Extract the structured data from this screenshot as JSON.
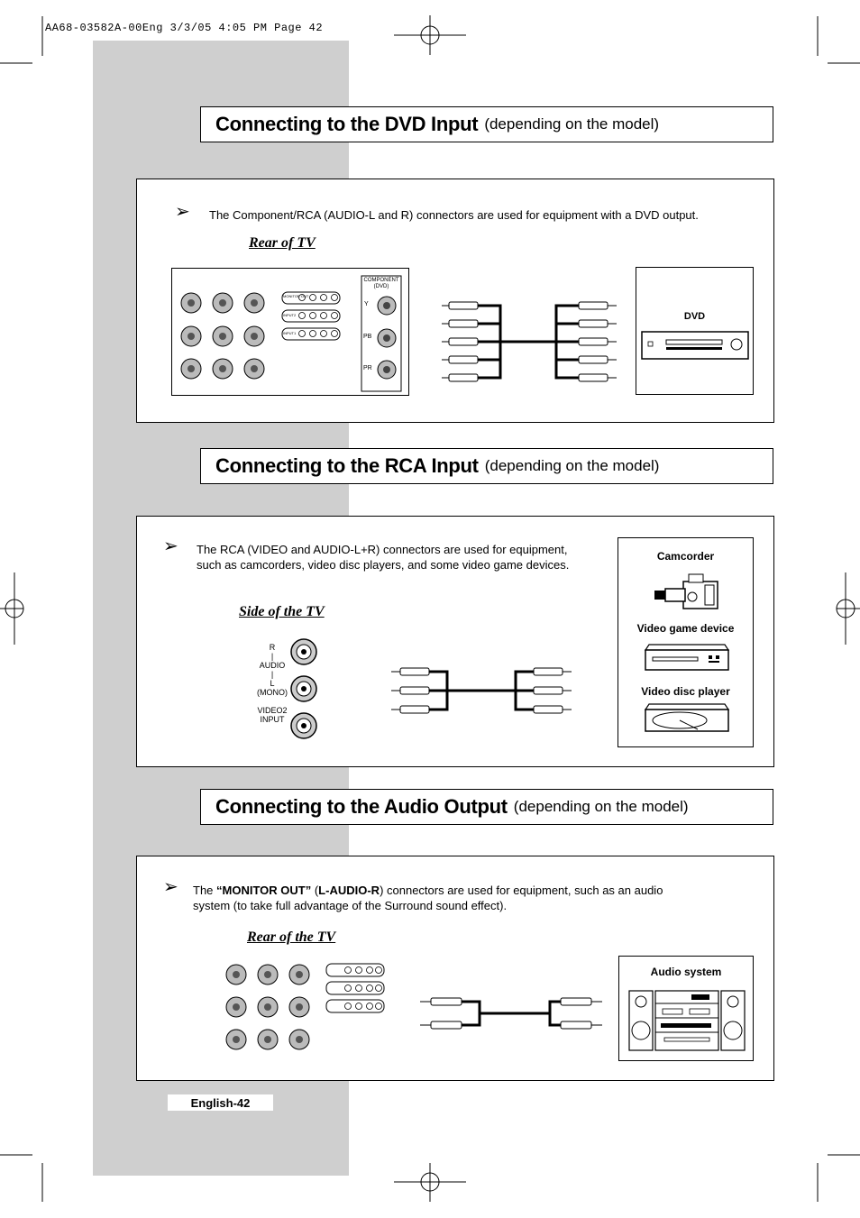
{
  "slug": "AA68-03582A-00Eng  3/3/05  4:05 PM  Page 42",
  "sections": [
    {
      "title": "Connecting to the DVD Input",
      "subtitle": "(depending on the model)",
      "note": "The Component/RCA (AUDIO-L and R) connectors are used for equipment with a DVD output.",
      "caption": "Rear of TV",
      "device_label": "DVD",
      "panel": {
        "component_label": "COMPONENT (DVD)",
        "jack_labels": [
          "Y",
          "PB",
          "PR"
        ],
        "row_labels": [
          "MONITOR OUT",
          "INPUT2",
          "INPUT1"
        ]
      }
    },
    {
      "title": "Connecting to the RCA Input",
      "subtitle": "(depending on the model)",
      "note_line1": "The RCA (VIDEO and AUDIO-L+R) connectors are used for equipment,",
      "note_line2": "such as camcorders, video disc players, and some video game devices.",
      "caption": "Side of the TV",
      "side_labels": {
        "r": "R",
        "audio": "AUDIO",
        "l": "L",
        "mono": "(MONO)",
        "video2": "VIDEO2",
        "input": "INPUT"
      },
      "devices": [
        "Camcorder",
        "Video game device",
        "Video disc player"
      ]
    },
    {
      "title": "Connecting to the Audio Output",
      "subtitle": "(depending on the model)",
      "note_pre": "The ",
      "note_bold1": "“MONITOR OUT”",
      "note_mid": " (",
      "note_bold2": "L-AUDIO-R",
      "note_post": ") connectors are used for equipment, such as an audio",
      "note_line2": "system (to take full advantage of the Surround sound effect).",
      "caption": "Rear of the TV",
      "device_label": "Audio system"
    }
  ],
  "page_label": "English-42",
  "icons": [
    "arrow-bullet-icon",
    "rca-plug-icon",
    "jack-icon",
    "dvd-player-icon",
    "camcorder-icon",
    "game-console-icon",
    "disc-player-icon",
    "audio-system-icon",
    "registration-mark-icon"
  ],
  "colors": {
    "band": "#cfcfcf",
    "ink": "#000000"
  }
}
